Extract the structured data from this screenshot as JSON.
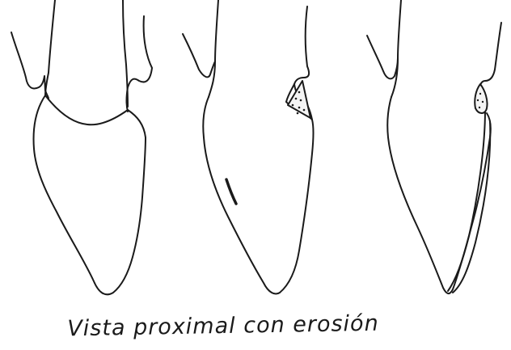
{
  "caption": "Vista proximal con erosión",
  "colors": {
    "ink": "#1a1a1a",
    "background": "#ffffff"
  },
  "teeth": [
    {
      "id": "tooth-1",
      "erosion": false
    },
    {
      "id": "tooth-2",
      "erosion": true
    },
    {
      "id": "tooth-3",
      "erosion": true
    }
  ]
}
